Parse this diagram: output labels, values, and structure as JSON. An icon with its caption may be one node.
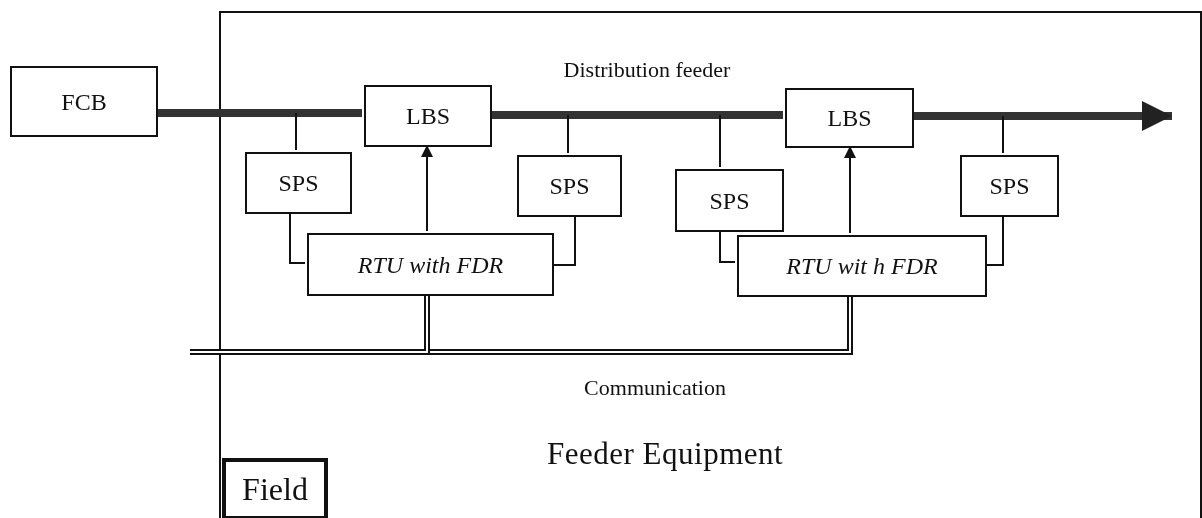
{
  "diagram": {
    "nodes": [
      {
        "text": [
          "Feeder Equipment"
        ]
      },
      {
        "text": [
          "FCB"
        ]
      },
      {
        "text": [
          "LBS"
        ],
        "in": 0
      },
      {
        "text": [
          "LBS"
        ],
        "in": 0
      },
      {
        "text": [
          "SPS"
        ],
        "in": 0
      },
      {
        "text": [
          "SPS"
        ],
        "in": 0
      },
      {
        "text": [
          "SPS"
        ],
        "in": 0
      },
      {
        "text": [
          "SPS"
        ],
        "in": 0
      },
      {
        "text": [
          "RTU with FDR"
        ],
        "in": 0
      },
      {
        "text": [
          "RTU wit h FDR"
        ],
        "in": 0
      },
      {
        "text": [
          "Field"
        ],
        "in": 0
      }
    ],
    "edges": [
      {
        "from": 1,
        "to": 2,
        "arrow": "none",
        "style": "thick"
      },
      {
        "from": 2,
        "to": 3,
        "arrow": "none",
        "style": "thick",
        "label": "Distribution feeder"
      },
      {
        "from": 3,
        "to": null,
        "arrow": "to",
        "style": "thick"
      },
      {
        "from": 4,
        "to": null,
        "arrow": "none"
      },
      {
        "from": 5,
        "to": null,
        "arrow": "none"
      },
      {
        "from": 6,
        "to": null,
        "arrow": "none"
      },
      {
        "from": 7,
        "to": null,
        "arrow": "none"
      },
      {
        "from": 4,
        "to": 8,
        "arrow": "none"
      },
      {
        "from": 5,
        "to": 8,
        "arrow": "none"
      },
      {
        "from": 6,
        "to": 9,
        "arrow": "none"
      },
      {
        "from": 7,
        "to": 9,
        "arrow": "none"
      },
      {
        "from": 8,
        "to": 2,
        "arrow": "to"
      },
      {
        "from": 9,
        "to": 3,
        "arrow": "to"
      },
      {
        "from": 9,
        "to": 8,
        "arrow": "none",
        "style": "thick",
        "label": "Communication"
      },
      {
        "from": 8,
        "to": null,
        "arrow": "none",
        "style": "thick"
      }
    ]
  }
}
